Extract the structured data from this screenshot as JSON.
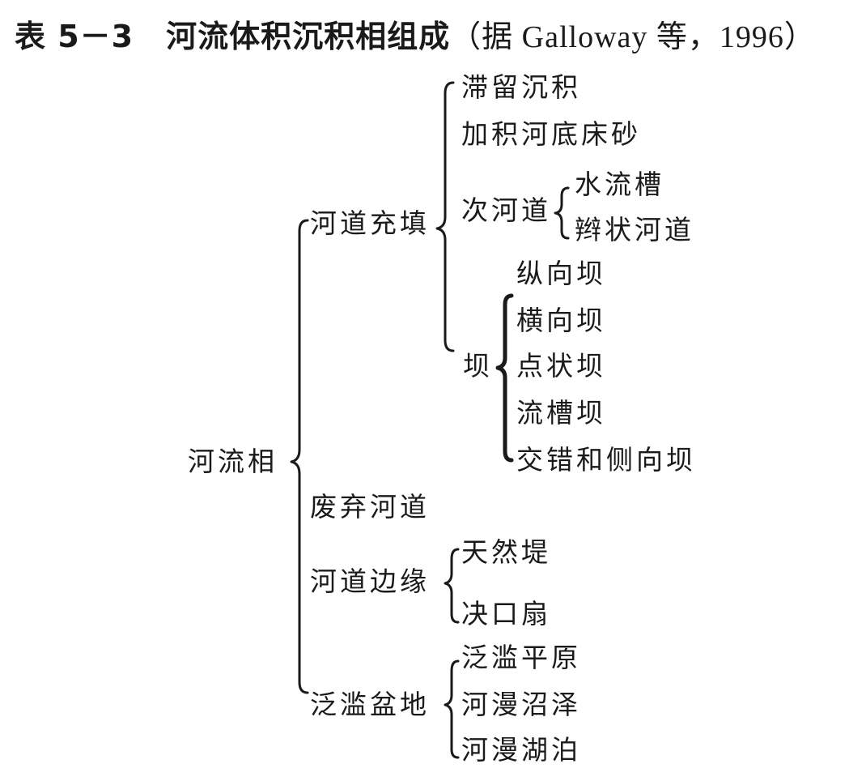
{
  "title": {
    "number": "表 5－3",
    "text": "河流体积沉积相组成",
    "citation": "（据 Galloway 等，1996）"
  },
  "tree": {
    "root": "河流相",
    "branches": [
      {
        "label": "河道充填",
        "children": [
          {
            "label": "滞留沉积"
          },
          {
            "label": "加积河底床砂"
          },
          {
            "label": "次河道",
            "children": [
              {
                "label": "水流槽"
              },
              {
                "label": "辫状河道"
              }
            ]
          },
          {
            "label": "坝",
            "children": [
              {
                "label": "纵向坝"
              },
              {
                "label": "横向坝"
              },
              {
                "label": "点状坝"
              },
              {
                "label": "流槽坝"
              },
              {
                "label": "交错和侧向坝"
              }
            ]
          }
        ]
      },
      {
        "label": "废弃河道"
      },
      {
        "label": "河道边缘",
        "children": [
          {
            "label": "天然堤"
          },
          {
            "label": "决口扇"
          }
        ]
      },
      {
        "label": "泛滥盆地",
        "children": [
          {
            "label": "泛滥平原"
          },
          {
            "label": "河漫沼泽"
          },
          {
            "label": "河漫湖泊"
          }
        ]
      }
    ]
  }
}
